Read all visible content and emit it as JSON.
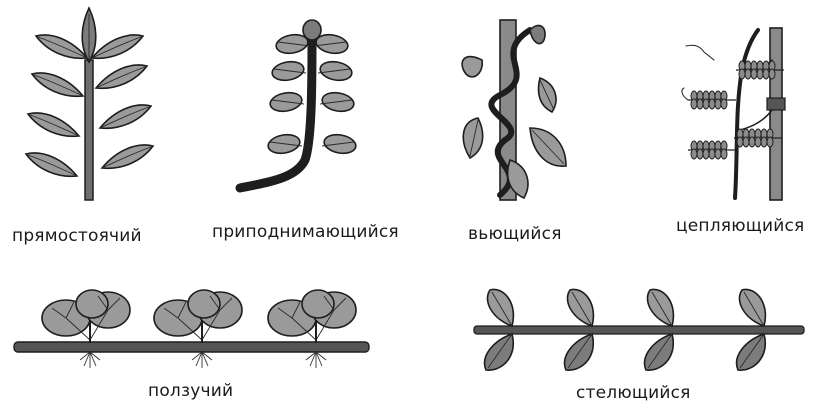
{
  "labels": {
    "upright": "прямостоячий",
    "ascending": "приподнимающийся",
    "twining": "вьющийся",
    "climbing": "цепляющийся",
    "creeping": "ползучий",
    "trailing": "стелющийся"
  }
}
